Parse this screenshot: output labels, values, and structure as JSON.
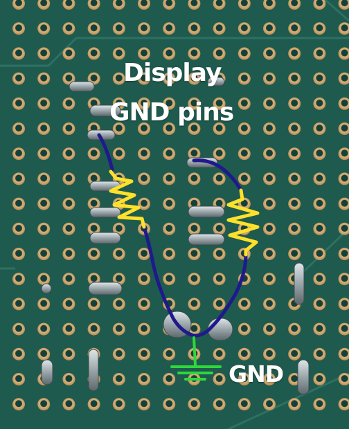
{
  "annotations": {
    "display_label": "Display",
    "gnd_pins_label": "GND pins",
    "gnd_label": "GND"
  },
  "colors": {
    "board": "#1f5a4e",
    "pad": "#caa46e",
    "hole": "#163f37",
    "solder": "#a9b3b7",
    "wire": "#1f1a8c",
    "resistor": "#ffe12a",
    "resistor_body": "#c4564a",
    "ground_symbol": "#2ed83a",
    "text": "#ffffff"
  },
  "icons": {
    "left_resistor": "resistor-zigzag-icon",
    "right_resistor": "resistor-zigzag-icon",
    "ground": "ground-symbol-icon"
  }
}
